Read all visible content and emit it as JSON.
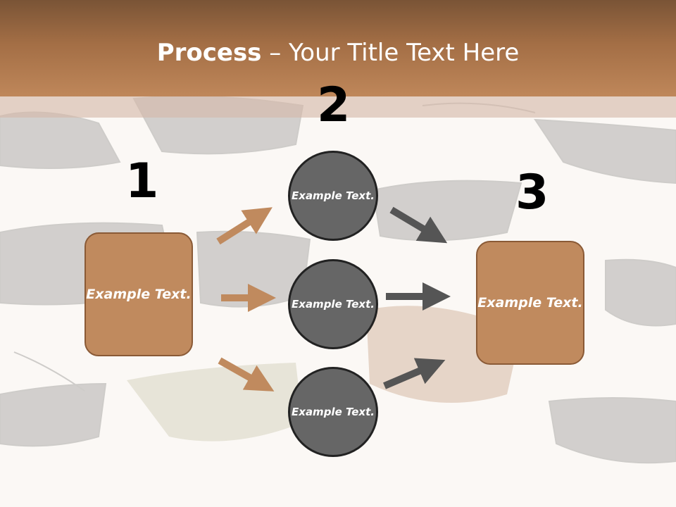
{
  "title": {
    "bold": "Process",
    "rest": " – Your Title Text Here"
  },
  "numbers": {
    "one": "1",
    "two": "2",
    "three": "3"
  },
  "boxes": {
    "left": "Example Text.",
    "right": "Example Text."
  },
  "circles": {
    "top": "Example Text.",
    "middle": "Example Text.",
    "bottom": "Example Text."
  },
  "colors": {
    "accent_brown": "#c08a5e",
    "circle_gray": "#666666",
    "arrow_gray": "#555555"
  }
}
